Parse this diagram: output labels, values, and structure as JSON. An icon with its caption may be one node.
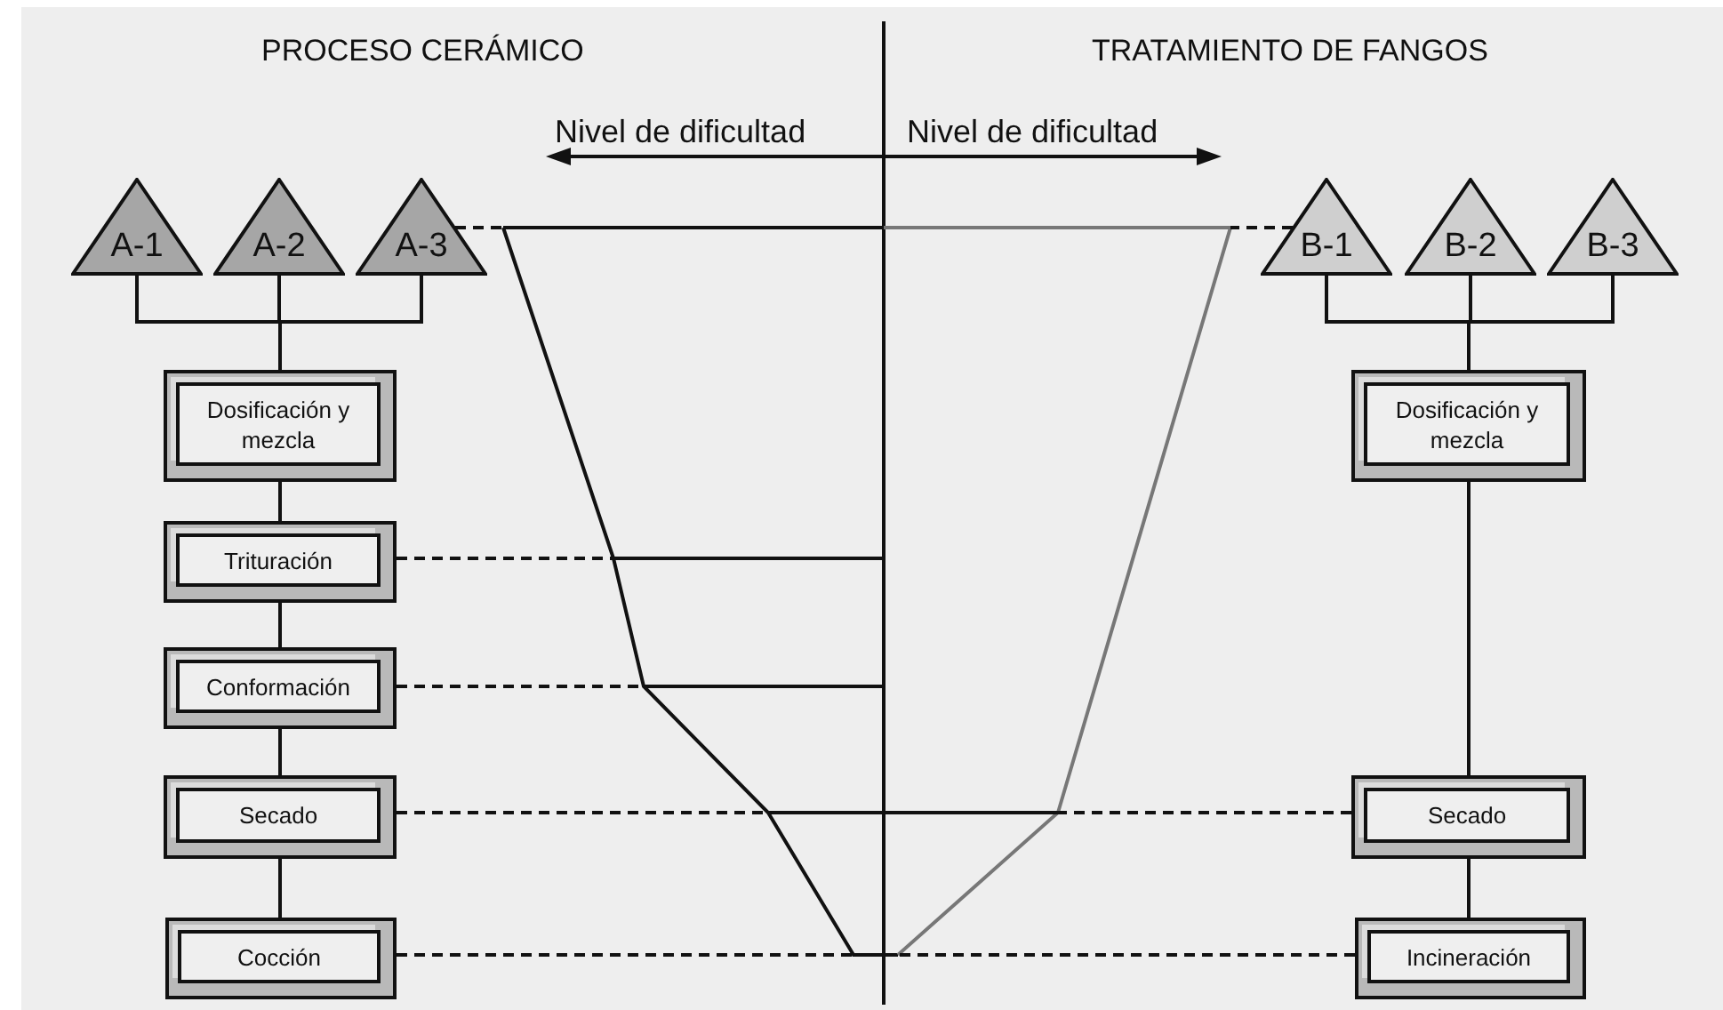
{
  "diagram": {
    "nodes": [
      {
        "text": [
          "A-1"
        ]
      },
      {
        "text": [
          "A-2"
        ]
      },
      {
        "text": [
          "A-3"
        ]
      },
      {
        "text": [
          "Dosificación y mezcla"
        ]
      },
      {
        "text": [
          "Trituración"
        ]
      },
      {
        "text": [
          "Conformación"
        ]
      },
      {
        "text": [
          "Secado"
        ]
      },
      {
        "text": [
          "Cocción"
        ]
      },
      {
        "text": [
          "B-1"
        ]
      },
      {
        "text": [
          "B-2"
        ]
      },
      {
        "text": [
          "B-3"
        ]
      },
      {
        "text": [
          "Dosificación y mezcla"
        ]
      },
      {
        "text": [
          "Secado"
        ]
      },
      {
        "text": [
          "Incineración"
        ]
      }
    ],
    "edges": [
      {
        "from": 0,
        "to": 3,
        "arrow": "none"
      },
      {
        "from": 1,
        "to": 3,
        "arrow": "none"
      },
      {
        "from": 2,
        "to": 3,
        "arrow": "none"
      },
      {
        "from": 3,
        "to": 4,
        "arrow": "none"
      },
      {
        "from": 4,
        "to": 5,
        "arrow": "none"
      },
      {
        "from": 5,
        "to": 6,
        "arrow": "none"
      },
      {
        "from": 6,
        "to": 7,
        "arrow": "none"
      },
      {
        "from": 8,
        "to": 11,
        "arrow": "none"
      },
      {
        "from": 9,
        "to": 11,
        "arrow": "none"
      },
      {
        "from": 10,
        "to": 11,
        "arrow": "none"
      },
      {
        "from": 11,
        "to": 12,
        "arrow": "none"
      },
      {
        "from": 12,
        "to": 13,
        "arrow": "none"
      },
      {
        "from": 2,
        "to": null,
        "arrow": "none",
        "style": "dashed"
      },
      {
        "from": 4,
        "to": null,
        "arrow": "none",
        "style": "dashed"
      },
      {
        "from": 5,
        "to": null,
        "arrow": "none",
        "style": "dashed"
      },
      {
        "from": 6,
        "to": null,
        "arrow": "none",
        "style": "dashed"
      },
      {
        "from": 7,
        "to": null,
        "arrow": "none",
        "style": "dashed"
      },
      {
        "from": 8,
        "to": null,
        "arrow": "none",
        "style": "dashed"
      },
      {
        "from": 12,
        "to": null,
        "arrow": "none",
        "style": "dashed"
      },
      {
        "from": 13,
        "to": null,
        "arrow": "none",
        "style": "dashed"
      }
    ],
    "labels": [
      "PROCESO CERÁMICO",
      "TRATAMIENTO DE FANGOS",
      "Nivel de dificultad",
      "Nivel de dificultad"
    ]
  }
}
